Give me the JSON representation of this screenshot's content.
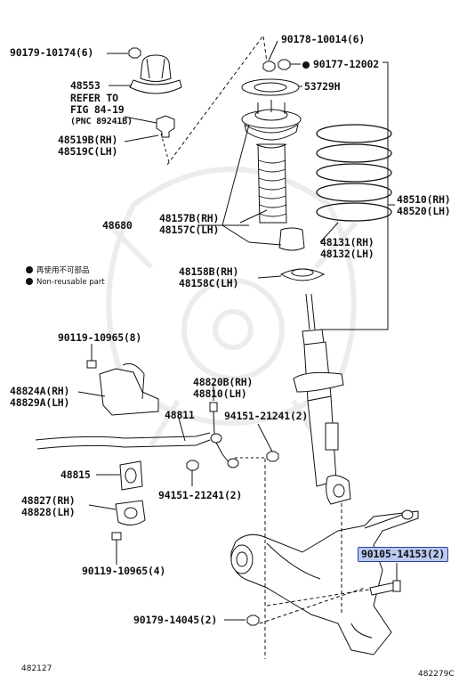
{
  "labels": {
    "p90179_10174": "90179-10174(6)",
    "p48553": "48553",
    "refer_to": "REFER TO",
    "fig": "FIG 84-19",
    "pnc": "(PNC 89241B)",
    "p48519b": "48519B(RH)",
    "p48519c": "48519C(LH)",
    "p90178": "90178-10014(6)",
    "p90177": "90177-12002",
    "p53729h": "53729H",
    "p48680": "48680",
    "p48157b": "48157B(RH)",
    "p48157c": "48157C(LH)",
    "p48510": "48510(RH)",
    "p48520": "48520(LH)",
    "p48131": "48131(RH)",
    "p48132": "48132(LH)",
    "p48158b": "48158B(RH)",
    "p48158c": "48158C(LH)",
    "p90119_a": "90119-10965(8)",
    "p48824a": "48824A(RH)",
    "p48829a": "48829A(LH)",
    "p48820b": "48820B(RH)",
    "p48810": "48810(LH)",
    "p48811": "48811",
    "p94151_a": "94151-21241(2)",
    "p48815": "48815",
    "p94151_b": "94151-21241(2)",
    "p48827": "48827(RH)",
    "p48828": "48828(LH)",
    "p90119_b": "90119-10965(4)",
    "p90105": "90105-14153(2)",
    "p90179_14045": "90179-14045(2)"
  },
  "legend": {
    "jp": "再使用不可部品",
    "en": "Non-reusable part"
  },
  "codes": {
    "left": "482127",
    "right": "482279C"
  },
  "highlight_color": "#b9c9f0"
}
